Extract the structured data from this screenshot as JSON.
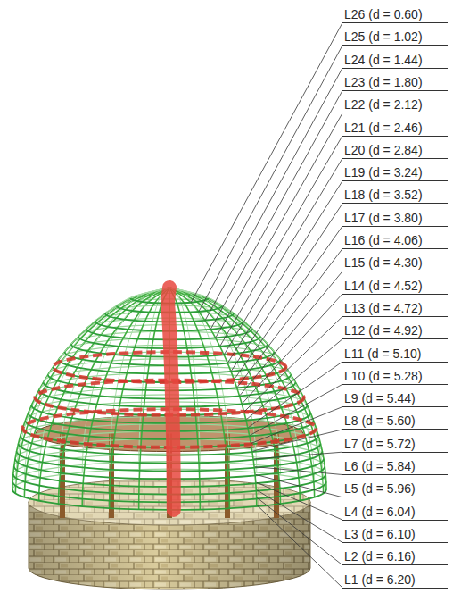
{
  "diagram": {
    "labels": [
      "L26 (d = 0.60)",
      "L25 (d = 1.02)",
      "L24 (d = 1.44)",
      "L23 (d = 1.80)",
      "L22 (d = 2.12)",
      "L21 (d = 2.46)",
      "L20 (d = 2.84)",
      "L19 (d = 3.24)",
      "L18 (d = 3.52)",
      "L17 (d = 3.80)",
      "L16 (d = 4.06)",
      "L15 (d = 4.30)",
      "L14 (d = 4.52)",
      "L13 (d = 4.72)",
      "L12 (d = 4.92)",
      "L11 (d = 5.10)",
      "L10 (d = 5.28)",
      "L9 (d = 5.44)",
      "L8 (d = 5.60)",
      "L7 (d = 5.72)",
      "L6 (d = 5.84)",
      "L5 (d = 5.96)",
      "L4 (d = 6.04)",
      "L3 (d = 6.10)",
      "L2 (d = 6.16)",
      "L1 (d = 6.20)"
    ]
  }
}
